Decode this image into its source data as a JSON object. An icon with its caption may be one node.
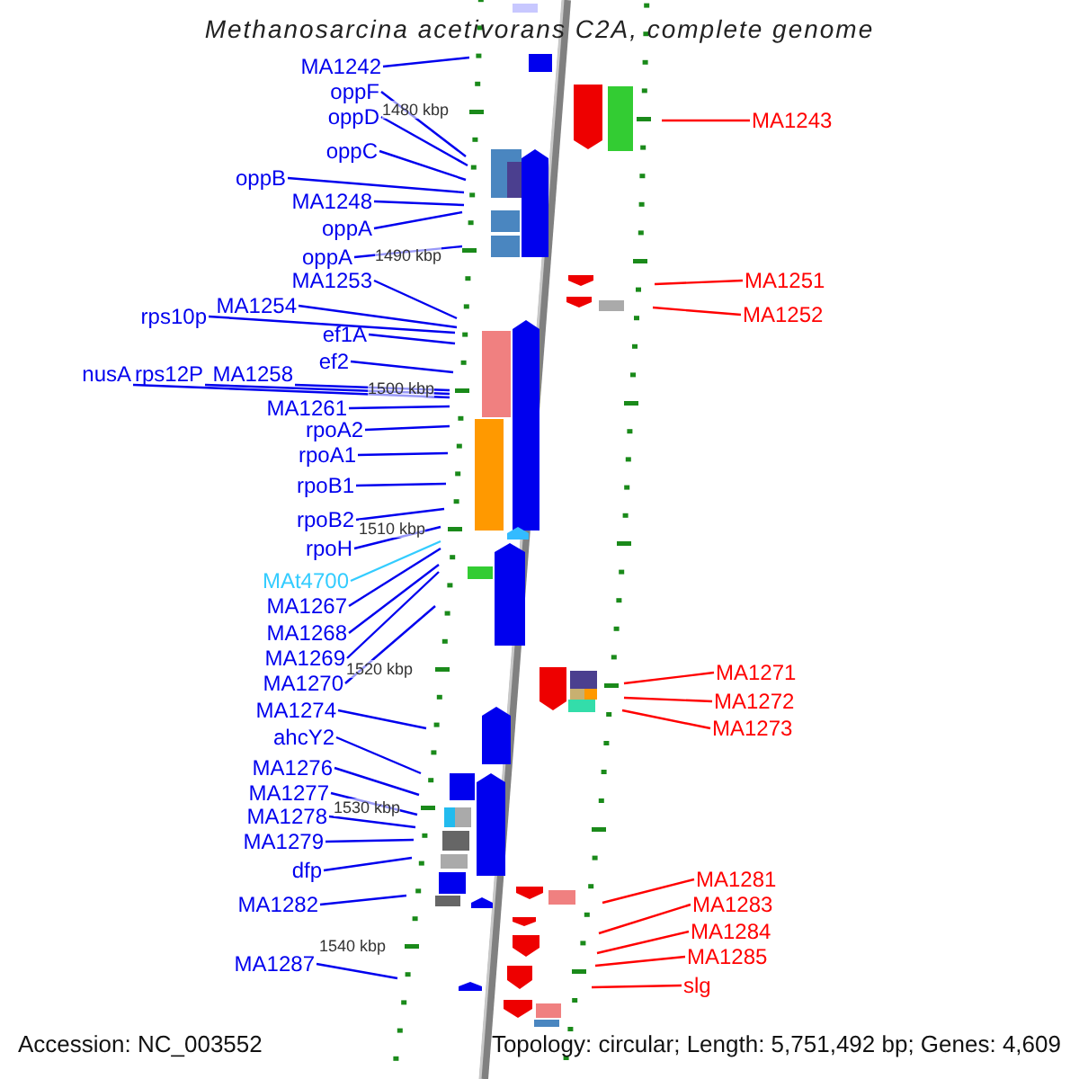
{
  "diagram": {
    "title": "Methanosarcina acetivorans C2A, complete genome",
    "nodes": [
      {
        "text": [
          "MA1242"
        ]
      },
      {
        "text": [
          "oppF"
        ]
      },
      {
        "text": [
          "oppD"
        ]
      },
      {
        "text": [
          "oppC"
        ]
      },
      {
        "text": [
          "oppB"
        ]
      },
      {
        "text": [
          "MA1248"
        ]
      },
      {
        "text": [
          "oppA"
        ]
      },
      {
        "text": [
          "oppA"
        ]
      },
      {
        "text": [
          "MA1253"
        ]
      },
      {
        "text": [
          "MA1254"
        ]
      },
      {
        "text": [
          "rps10p"
        ]
      },
      {
        "text": [
          "ef1A"
        ]
      },
      {
        "text": [
          "ef2"
        ]
      },
      {
        "text": [
          "nusA"
        ]
      },
      {
        "text": [
          "rps12P"
        ]
      },
      {
        "text": [
          "MA1258"
        ]
      },
      {
        "text": [
          "MA1261"
        ]
      },
      {
        "text": [
          "rpoA2"
        ]
      },
      {
        "text": [
          "rpoA1"
        ]
      },
      {
        "text": [
          "rpoB1"
        ]
      },
      {
        "text": [
          "rpoB2"
        ]
      },
      {
        "text": [
          "rpoH"
        ]
      },
      {
        "text": [
          "MAt4700"
        ]
      },
      {
        "text": [
          "MA1267"
        ]
      },
      {
        "text": [
          "MA1268"
        ]
      },
      {
        "text": [
          "MA1269"
        ]
      },
      {
        "text": [
          "MA1270"
        ]
      },
      {
        "text": [
          "MA1274"
        ]
      },
      {
        "text": [
          "ahcY2"
        ]
      },
      {
        "text": [
          "MA1276"
        ]
      },
      {
        "text": [
          "MA1277"
        ]
      },
      {
        "text": [
          "MA1278"
        ]
      },
      {
        "text": [
          "MA1279"
        ]
      },
      {
        "text": [
          "dfp"
        ]
      },
      {
        "text": [
          "MA1282"
        ]
      },
      {
        "text": [
          "MA1287"
        ]
      },
      {
        "text": [
          "MA1243"
        ]
      },
      {
        "text": [
          "MA1251"
        ]
      },
      {
        "text": [
          "MA1252"
        ]
      },
      {
        "text": [
          "MA1271"
        ]
      },
      {
        "text": [
          "MA1272"
        ]
      },
      {
        "text": [
          "MA1273"
        ]
      },
      {
        "text": [
          "MA1281"
        ]
      },
      {
        "text": [
          "MA1283"
        ]
      },
      {
        "text": [
          "MA1284"
        ]
      },
      {
        "text": [
          "MA1285"
        ]
      },
      {
        "text": [
          "slg"
        ]
      }
    ],
    "edges": [
      {
        "from": 0,
        "to": null,
        "arrow": "none"
      },
      {
        "from": 1,
        "to": null,
        "arrow": "none"
      },
      {
        "from": 2,
        "to": null,
        "arrow": "none"
      },
      {
        "from": 3,
        "to": null,
        "arrow": "none"
      },
      {
        "from": 4,
        "to": null,
        "arrow": "none"
      },
      {
        "from": 5,
        "to": null,
        "arrow": "none"
      },
      {
        "from": 6,
        "to": null,
        "arrow": "none"
      },
      {
        "from": 7,
        "to": null,
        "arrow": "none"
      },
      {
        "from": 8,
        "to": null,
        "arrow": "none"
      },
      {
        "from": 9,
        "to": null,
        "arrow": "none"
      },
      {
        "from": 10,
        "to": null,
        "arrow": "none"
      },
      {
        "from": 11,
        "to": null,
        "arrow": "none"
      },
      {
        "from": 12,
        "to": null,
        "arrow": "none"
      },
      {
        "from": 13,
        "to": null,
        "arrow": "none"
      },
      {
        "from": 14,
        "to": null,
        "arrow": "none"
      },
      {
        "from": 15,
        "to": null,
        "arrow": "none"
      },
      {
        "from": 16,
        "to": null,
        "arrow": "none"
      },
      {
        "from": 17,
        "to": null,
        "arrow": "none"
      },
      {
        "from": 18,
        "to": null,
        "arrow": "none"
      },
      {
        "from": 19,
        "to": null,
        "arrow": "none"
      },
      {
        "from": 20,
        "to": null,
        "arrow": "none"
      },
      {
        "from": 21,
        "to": null,
        "arrow": "none"
      },
      {
        "from": 22,
        "to": null,
        "arrow": "none",
        "color": "#33ccff"
      },
      {
        "from": 23,
        "to": null,
        "arrow": "none"
      },
      {
        "from": 24,
        "to": null,
        "arrow": "none"
      },
      {
        "from": 25,
        "to": null,
        "arrow": "none"
      },
      {
        "from": 26,
        "to": null,
        "arrow": "none"
      },
      {
        "from": 27,
        "to": null,
        "arrow": "none"
      },
      {
        "from": 28,
        "to": null,
        "arrow": "none"
      },
      {
        "from": 29,
        "to": null,
        "arrow": "none"
      },
      {
        "from": 30,
        "to": null,
        "arrow": "none"
      },
      {
        "from": 31,
        "to": null,
        "arrow": "none"
      },
      {
        "from": 32,
        "to": null,
        "arrow": "none"
      },
      {
        "from": 33,
        "to": null,
        "arrow": "none"
      },
      {
        "from": 34,
        "to": null,
        "arrow": "none"
      },
      {
        "from": 35,
        "to": null,
        "arrow": "none"
      },
      {
        "from": 36,
        "to": null,
        "arrow": "none",
        "color": "#ff0000"
      },
      {
        "from": 37,
        "to": null,
        "arrow": "none",
        "color": "#ff0000"
      },
      {
        "from": 38,
        "to": null,
        "arrow": "none",
        "color": "#ff0000"
      },
      {
        "from": 39,
        "to": null,
        "arrow": "none",
        "color": "#ff0000"
      },
      {
        "from": 40,
        "to": null,
        "arrow": "none",
        "color": "#ff0000"
      },
      {
        "from": 41,
        "to": null,
        "arrow": "none",
        "color": "#ff0000"
      },
      {
        "from": 42,
        "to": null,
        "arrow": "none",
        "color": "#ff0000"
      },
      {
        "from": 43,
        "to": null,
        "arrow": "none",
        "color": "#ff0000"
      },
      {
        "from": 44,
        "to": null,
        "arrow": "none",
        "color": "#ff0000"
      },
      {
        "from": 45,
        "to": null,
        "arrow": "none",
        "color": "#ff0000"
      },
      {
        "from": 46,
        "to": null,
        "arrow": "none",
        "color": "#ff0000"
      }
    ],
    "labels": [
      "1480 kbp",
      "1490 kbp",
      "1500 kbp",
      "1510 kbp",
      "1520 kbp",
      "1530 kbp",
      "1540 kbp",
      "Accession: NC_003552",
      "Topology: circular; Length: 5,751,492 bp; Genes: 4,609"
    ]
  }
}
